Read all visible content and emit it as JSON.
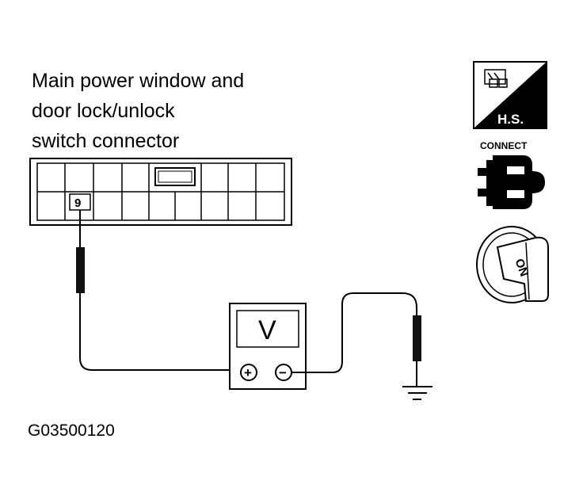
{
  "title": [
    "Main power window and",
    "door lock/unlock",
    "switch connector"
  ],
  "connector": {
    "pin_label": "9"
  },
  "meter": {
    "symbol": "V",
    "plus": "+",
    "minus": "−"
  },
  "icons": {
    "harness_side_text": "H.S.",
    "connect_text": "CONNECT",
    "ignition_text": "ON"
  },
  "figure_id": "G03500120"
}
